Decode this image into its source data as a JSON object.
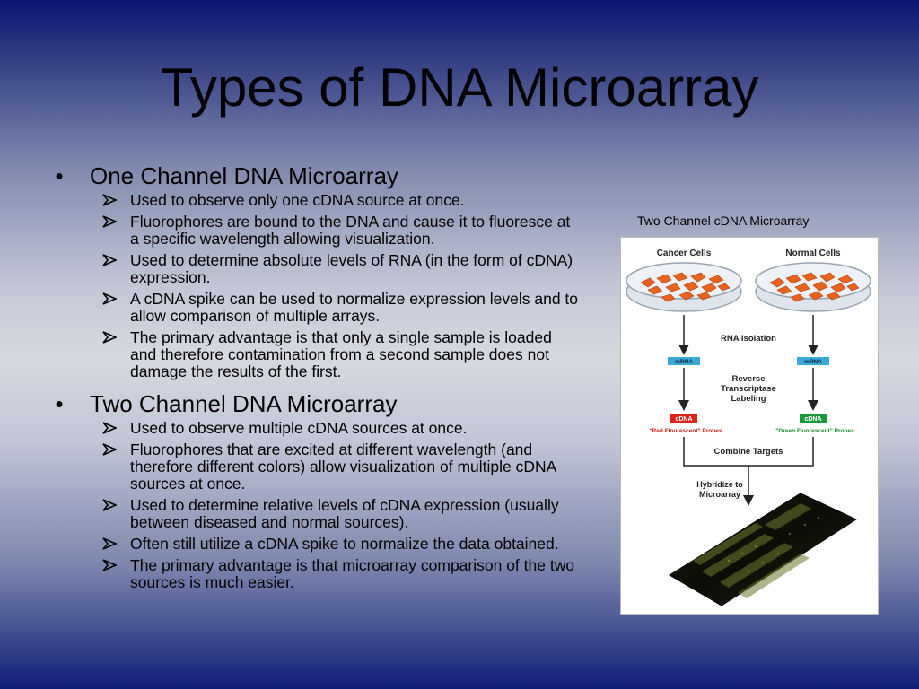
{
  "title": "Types of DNA Microarray",
  "sections": [
    {
      "heading": "One Channel DNA Microarray",
      "items": [
        "Used to observe only one cDNA source at once.",
        "Fluorophores are bound to the DNA and cause it to fluoresce at a specific wavelength allowing visualization.",
        "Used to determine absolute levels of RNA (in the form of cDNA) expression.",
        "A cDNA spike can be used to normalize expression levels and to allow comparison of multiple arrays.",
        "The primary advantage is that only a single sample is loaded and therefore contamination from a second sample does not damage the results of the first."
      ]
    },
    {
      "heading": "Two Channel DNA Microarray",
      "items": [
        "Used to observe multiple cDNA sources at once.",
        "Fluorophores that are excited at different wavelength (and therefore different colors) allow visualization of multiple cDNA sources at once.",
        "Used to determine relative levels of cDNA expression (usually between diseased and normal sources).",
        "Often still utilize a cDNA spike to normalize the data obtained.",
        "The primary advantage is that microarray comparison of the two sources is much easier."
      ]
    }
  ],
  "bullet_symbol": "•",
  "figure": {
    "caption": "Two Channel cDNA Microarray",
    "cancer_cells": "Cancer Cells",
    "normal_cells": "Normal Cells",
    "rna_isolation": "RNA Isolation",
    "mrna_left": "mRNA",
    "mrna_right": "mRNA",
    "rt_line1": "Reverse",
    "rt_line2": "Transcriptase",
    "rt_line3": "Labeling",
    "cdna_left": "cDNA",
    "cdna_right": "cDNA",
    "red_probes": "\"Red Flourescent\" Probes",
    "green_probes": "\"Green Fluorescent\" Probes",
    "combine": "Combine Targets",
    "hybridize_line1": "Hybridize to",
    "hybridize_line2": "Microarray"
  },
  "colors": {
    "mrna_box": "#3aa8d8",
    "cdna_red": "#e0241b",
    "cdna_green": "#1a9a3a",
    "cell_orange": "#e8641e",
    "dish": "#cfd6de"
  }
}
